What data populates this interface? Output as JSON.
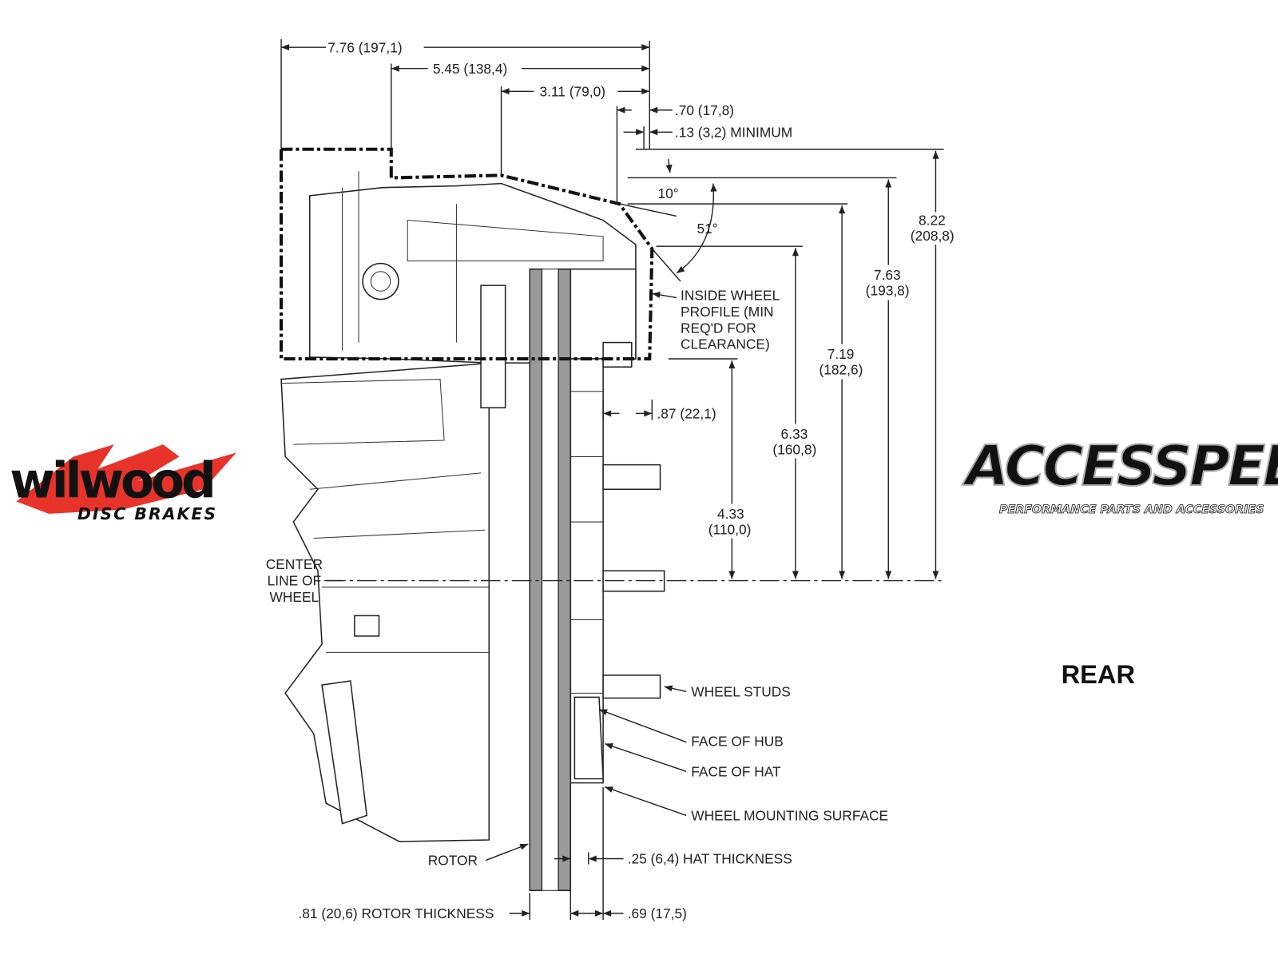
{
  "title": "REAR",
  "logos": {
    "wilwood": {
      "name": "wilwood",
      "sub": "DISC BRAKES",
      "accent": "#e8332a"
    },
    "accesspeed": {
      "name": "ACCESSPEED",
      "sub": "PERFORMANCE PARTS AND ACCESSORIES"
    }
  },
  "dimensions": {
    "top": [
      "7.76 (197,1)",
      "5.45 (138,4)",
      "3.11 (79,0)",
      ".70 (17,8)",
      ".13 (3,2) MINIMUM"
    ],
    "angles": [
      "10°",
      "51°"
    ],
    "vertical": [
      {
        "in": "8.22",
        "mm": "(208,8)"
      },
      {
        "in": "7.63",
        "mm": "(193,8)"
      },
      {
        "in": "7.19",
        "mm": "(182,6)"
      },
      {
        "in": "6.33",
        "mm": "(160,8)"
      },
      {
        "in": "4.33",
        "mm": "(110,0)"
      }
    ],
    "offset": ".87 (22,1)",
    "hat_thickness": ".25 (6,4) HAT THICKNESS",
    "rotor_thickness": ".81 (20,6) ROTOR THICKNESS",
    "bottom_right": ".69 (17,5)"
  },
  "callouts": {
    "inside_wheel_profile": [
      "INSIDE WHEEL",
      "PROFILE (MIN",
      "REQ'D FOR",
      "CLEARANCE)"
    ],
    "center_line": [
      "CENTER",
      "LINE OF",
      "WHEEL"
    ],
    "wheel_studs": "WHEEL STUDS",
    "face_of_hub": "FACE OF HUB",
    "face_of_hat": "FACE OF HAT",
    "wheel_mounting_surface": "WHEEL MOUNTING SURFACE",
    "rotor": "ROTOR"
  }
}
